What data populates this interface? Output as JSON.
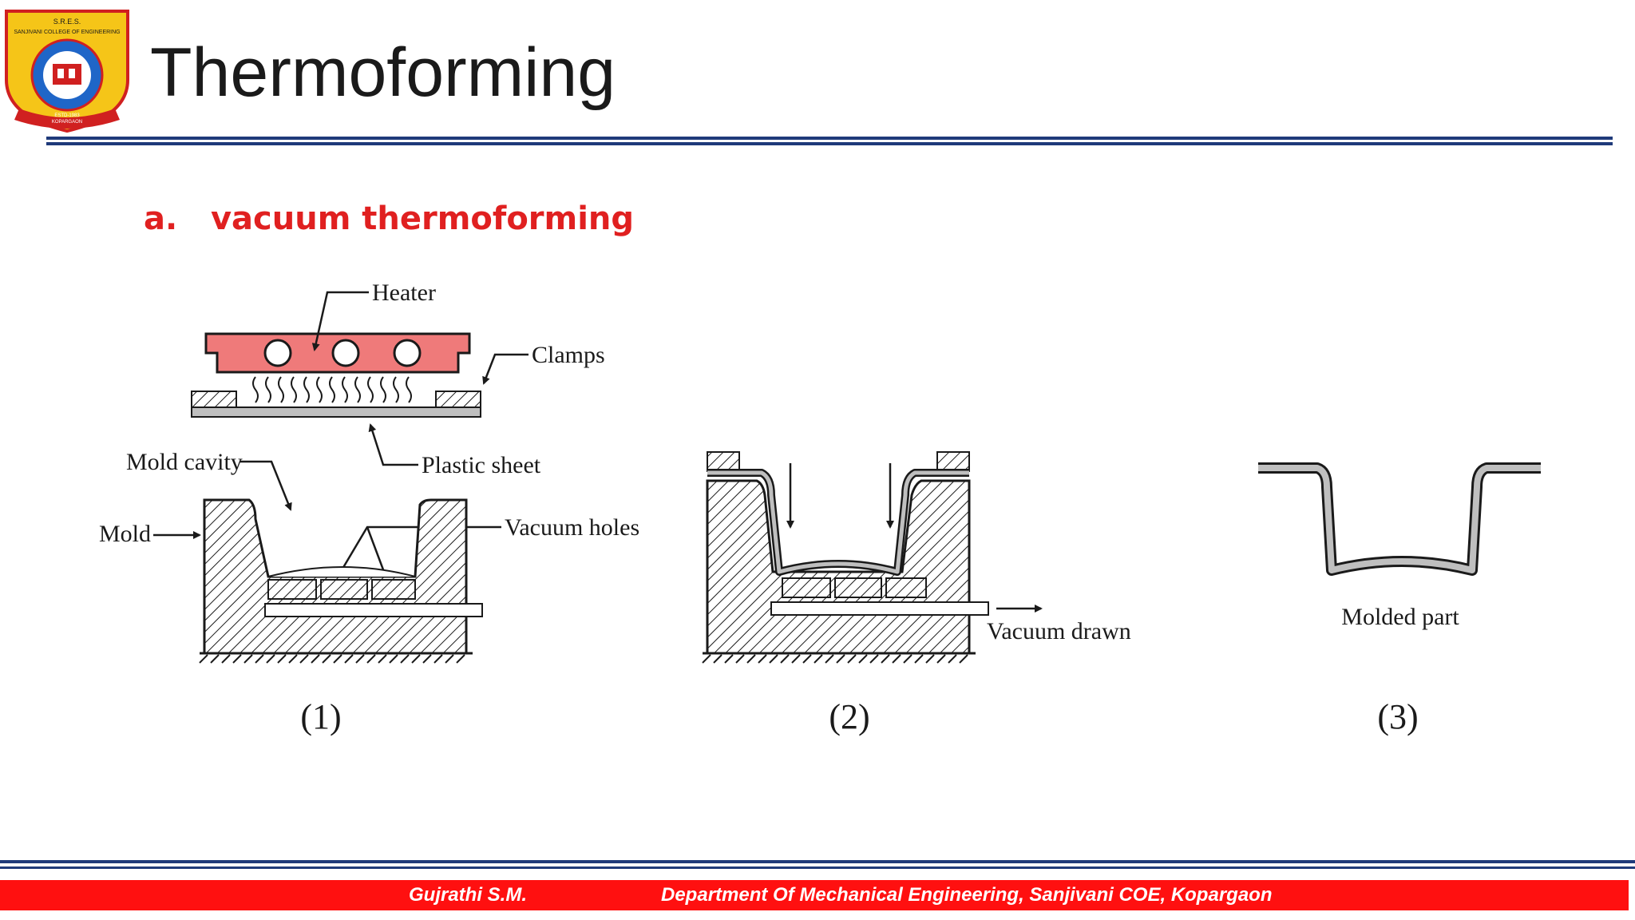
{
  "slide": {
    "title": "Thermoforming",
    "logo": {
      "icon": "college-emblem-icon",
      "top_text": "S.R.E.S.",
      "arc_text": "SANJIVANI COLLEGE OF ENGINEERING",
      "estd": "ESTD-1983",
      "place": "KOPARGAON"
    }
  },
  "diagram": {
    "heading": "a.   vacuum thermoforming",
    "labels": {
      "heater": "Heater",
      "clamps": "Clamps",
      "plastic_sheet": "Plastic sheet",
      "mold_cavity": "Mold cavity",
      "mold": "Mold",
      "vacuum_holes": "Vacuum holes",
      "vacuum_drawn": "Vacuum drawn",
      "molded_part": "Molded part"
    },
    "steps": [
      "(1)",
      "(2)",
      "(3)"
    ]
  },
  "footer": {
    "author": "Gujrathi S.M.",
    "department": "Department Of Mechanical Engineering,  Sanjivani COE, Kopargaon"
  },
  "colors": {
    "accent_red": "#ff1010",
    "rule_blue": "#1f3a7a",
    "heater_fill": "#ef7a7a"
  }
}
